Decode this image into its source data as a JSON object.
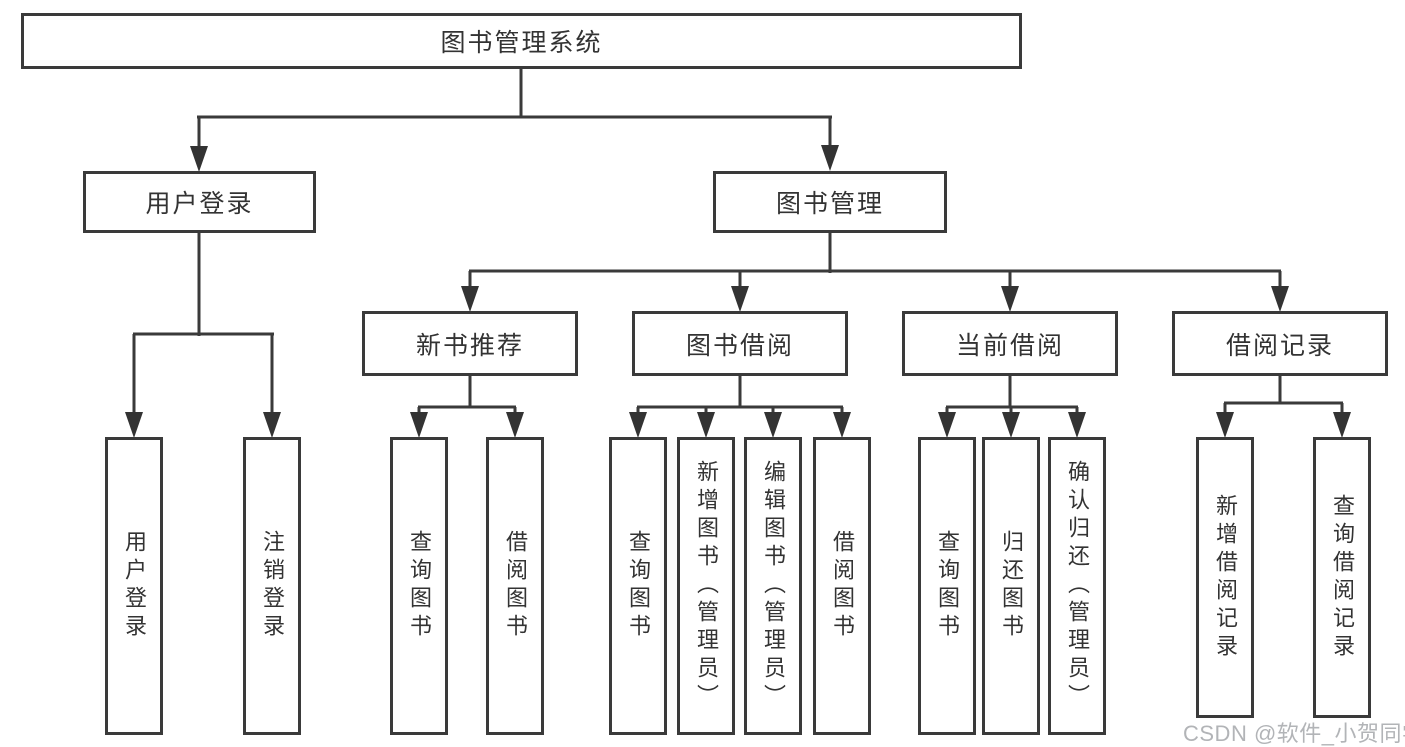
{
  "diagram": {
    "title": "图书管理系统",
    "nodes": {
      "root": "图书管理系统",
      "user_login": "用户登录",
      "book_mgmt": "图书管理",
      "new_book": "新书推荐",
      "book_borrow": "图书借阅",
      "current_borrow": "当前借阅",
      "borrow_records": "借阅记录"
    },
    "leaves": {
      "user": [
        "用户登录",
        "注销登录"
      ],
      "new_book": [
        "查询图书",
        "借阅图书"
      ],
      "book_borrow": [
        "查询图书",
        "新增图书（管理员）",
        "编辑图书（管理员）",
        "借阅图书"
      ],
      "current": [
        "查询图书",
        "归还图书",
        "确认归还（管理员）"
      ],
      "records": [
        "新增借阅记录",
        "查询借阅记录"
      ]
    }
  },
  "watermark": "CSDN @软件_小贺同学",
  "colors": {
    "line": "#3a3a3a",
    "text": "#333333",
    "watermark": "#b2b4b7",
    "background": "#ffffff"
  }
}
